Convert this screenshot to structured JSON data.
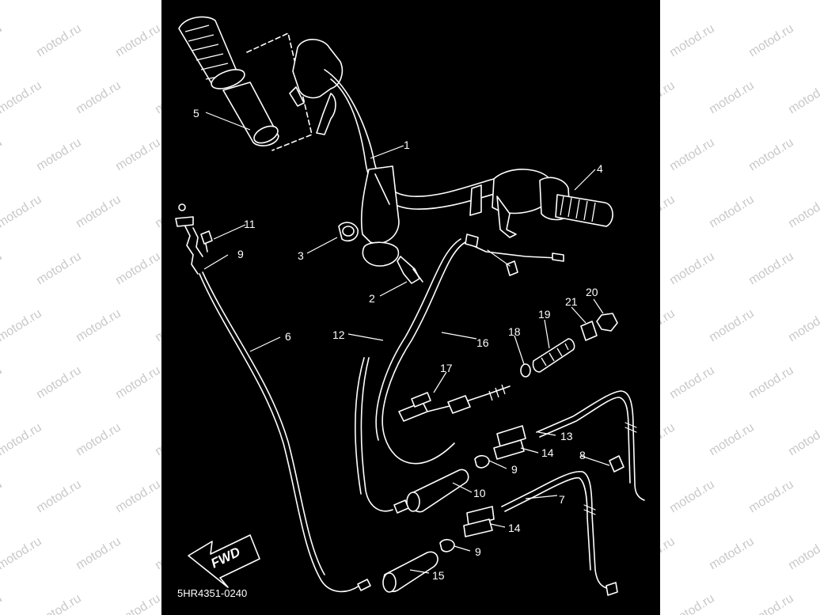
{
  "watermark": {
    "text": "motod.ru"
  },
  "diagram": {
    "code": "5HR4351-0240",
    "fwd_label": "FWD",
    "callouts": [
      "1",
      "2",
      "3",
      "4",
      "5",
      "6",
      "7",
      "8",
      "9",
      "9",
      "9",
      "10",
      "11",
      "12",
      "13",
      "14",
      "14",
      "15",
      "16",
      "17",
      "18",
      "19",
      "20",
      "21"
    ]
  },
  "colors": {
    "panel": "#000000",
    "lines": "#ffffff",
    "watermark": "#c9c9c9"
  }
}
